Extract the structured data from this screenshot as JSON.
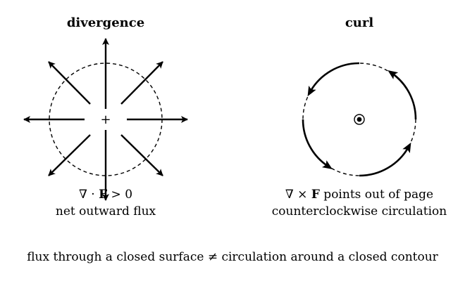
{
  "divergence": {
    "title": "divergence",
    "eq_lead": "∇ · ",
    "eq_F": "F",
    "eq_tail": " > 0",
    "description": "net outward flux",
    "center_symbol": "+"
  },
  "curl": {
    "title": "curl",
    "eq_lead": "∇ × ",
    "eq_F": "F",
    "eq_tail": " points out of page",
    "description": "counterclockwise circulation"
  },
  "caption": "flux through a closed surface ≠ circulation around a closed contour",
  "colors": {
    "ink": "#000000",
    "background": "#ffffff"
  }
}
